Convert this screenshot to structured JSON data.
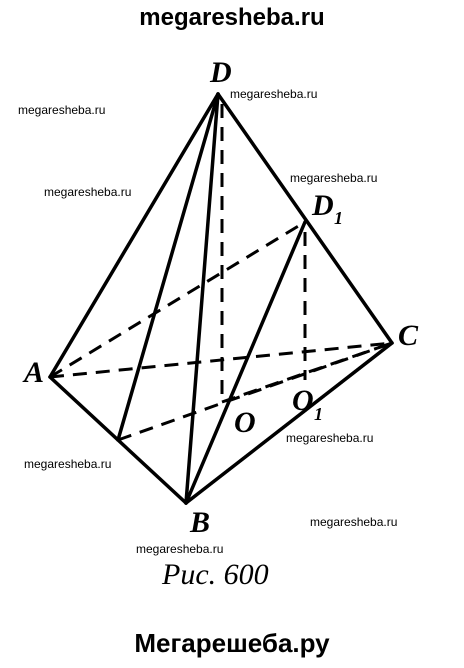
{
  "header": {
    "site": "megaresheba.ru"
  },
  "footer": {
    "site": "Мегарешеба.ру"
  },
  "figure": {
    "caption": "Рис. 600",
    "vertices": {
      "D": "D",
      "D1": "D",
      "D1_sub": "1",
      "A": "A",
      "B": "B",
      "C": "C",
      "O": "O",
      "O1": "O",
      "O1_sub": "1"
    }
  },
  "watermarks": [
    "megaresheba.ru",
    "megaresheba.ru",
    "megaresheba.ru",
    "megaresheba.ru",
    "megaresheba.ru",
    "megaresheba.ru",
    "megaresheba.ru",
    "megaresheba.ru"
  ]
}
